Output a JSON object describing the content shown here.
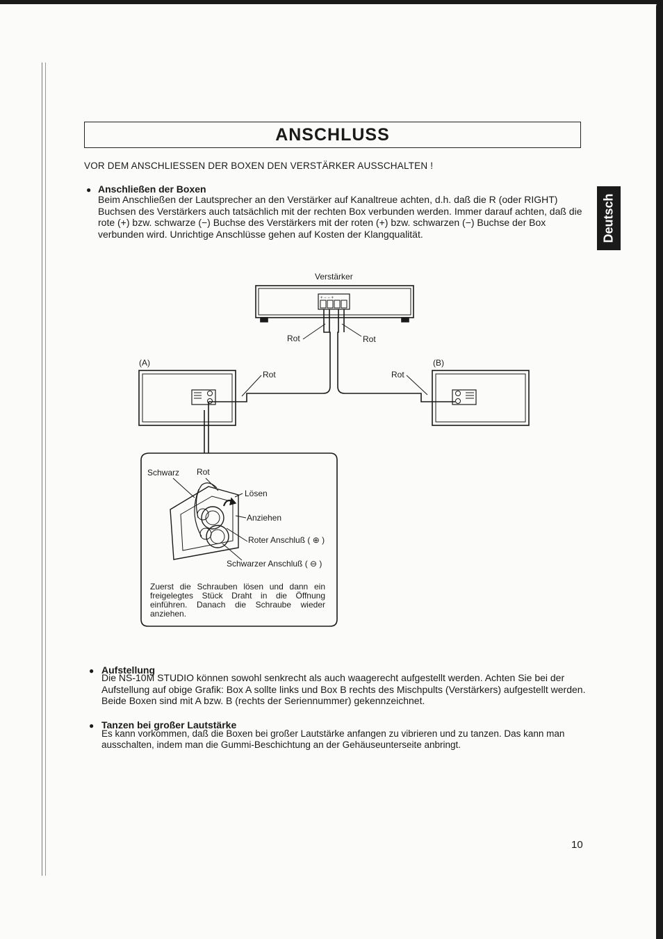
{
  "page": {
    "title": "ANSCHLUSS",
    "warning": "VOR DEM ANSCHLIESSEN DER BOXEN DEN VERSTÄRKER AUSSCHALTEN !",
    "side_tab": "Deutsch",
    "page_number": "10"
  },
  "section_connect": {
    "heading": "Anschließen der Boxen",
    "text": "Beim Anschließen der Lautsprecher an den Verstärker auf Kanaltreue achten, d.h. daß die R (oder RIGHT) Buchsen des Verstärkers auch tatsächlich mit der rechten Box verbunden werden. Immer darauf achten, daß die rote (+) bzw. schwarze (−) Buchse des Verstärkers mit der roten (+) bzw. schwarzen (−) Buchse der Box verbunden wird. Unrichtige Anschlüsse gehen auf Kosten der Klangqualität."
  },
  "diagram": {
    "amp_label": "Verstärker",
    "amp_terminals": "+ − − +",
    "rot_left": "Rot",
    "rot_right": "Rot",
    "box_a_label": "(A)",
    "box_b_label": "(B)",
    "box_a_rot": "Rot",
    "box_b_rot": "Rot",
    "detail_schwarz": "Schwarz",
    "detail_rot": "Rot",
    "loesen": "Lösen",
    "anziehen": "Anziehen",
    "roter_anschluss": "Roter Anschluß ( ⊕ )",
    "schwarzer_anschluss": "Schwarzer Anschluß ( ⊖ )",
    "caption": "Zuerst die Schrauben lösen und dann ein freigelegtes Stück Draht in die Öffnung einführen. Danach die Schraube wieder anziehen."
  },
  "section_placement": {
    "heading": "Aufstellung",
    "text": "Die NS-10M STUDIO können sowohl senkrecht als auch waagerecht aufgestellt werden. Achten Sie bei der Aufstellung auf obige Grafik: Box A sollte links und Box B rechts des Mischpults (Verstärkers) aufgestellt werden. Beide Boxen sind mit A bzw. B (rechts der Seriennummer) gekennzeichnet."
  },
  "section_volume": {
    "heading": "Tanzen bei großer Lautstärke",
    "text": "Es kann vorkommen, daß die Boxen bei großer Lautstärke anfangen zu vibrieren und zu tanzen. Das kann man ausschalten, indem man die Gummi-Beschichtung an der Gehäuseunterseite anbringt."
  }
}
